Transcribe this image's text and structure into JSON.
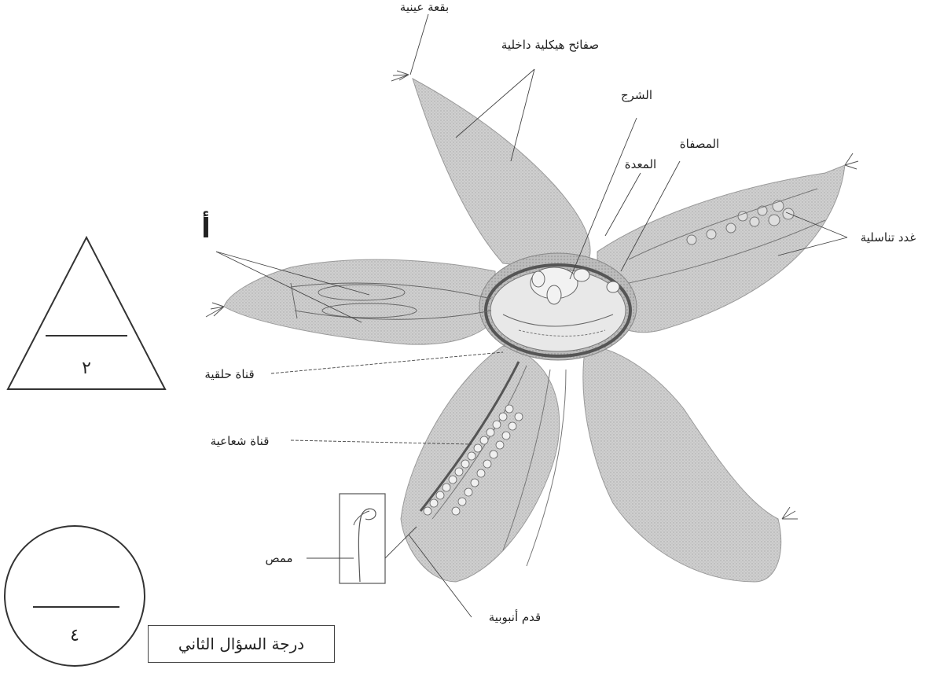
{
  "diagram": {
    "labels": {
      "eye_spot": "بقعة عينية",
      "skeletal_plates": "صفائح هيكلية داخلية",
      "gill": "الشرج",
      "madreporite": "المصفاة",
      "stomach": "المعدة",
      "gonads": "غدد تناسلية",
      "a_marker": "أ",
      "ring_canal": "قناة حلقية",
      "radial_canal": "قناة شعاعية",
      "sucker": "ممص",
      "tube_foot": "قدم أنبوبية"
    }
  },
  "score_triangle": {
    "value": "٢"
  },
  "score_circle": {
    "value": "٤"
  },
  "caption": "درجة السؤال الثاني",
  "colors": {
    "arm_fill": "#c9c9c9",
    "line": "#333333"
  }
}
